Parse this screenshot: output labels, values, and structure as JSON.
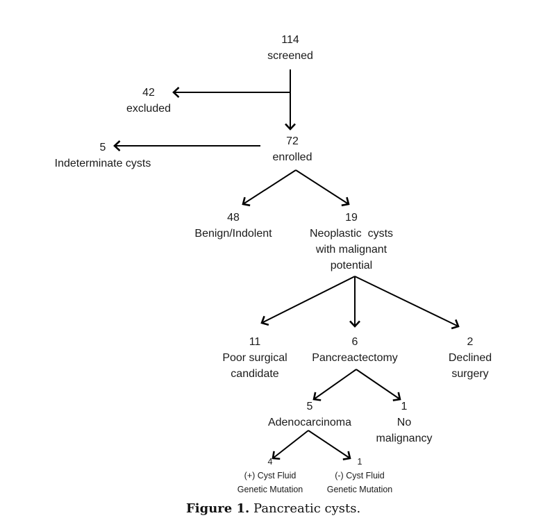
{
  "nodes": {
    "screened": {
      "count": "114",
      "label": [
        "screened"
      ]
    },
    "excluded": {
      "count": "42",
      "label": [
        "excluded"
      ]
    },
    "enrolled": {
      "count": "72",
      "label": [
        "enrolled"
      ]
    },
    "indeterminate": {
      "count": "5",
      "label": [
        "Indeterminate cysts"
      ]
    },
    "benign": {
      "count": "48",
      "label": [
        "Benign/Indolent"
      ]
    },
    "neoplastic": {
      "count": "19",
      "label": [
        "Neoplastic  cysts",
        "with malignant",
        "potential"
      ]
    },
    "poor_candidate": {
      "count": "11",
      "label": [
        "Poor surgical",
        "candidate"
      ]
    },
    "pancreatectomy": {
      "count": "6",
      "label": [
        "Pancreactectomy"
      ]
    },
    "declined": {
      "count": "2",
      "label": [
        "Declined",
        "surgery"
      ]
    },
    "adenocarcinoma": {
      "count": "5",
      "label": [
        "Adenocarcinoma"
      ]
    },
    "no_malignancy": {
      "count": "1",
      "label": [
        "No",
        "malignancy"
      ]
    },
    "positive_mutation": {
      "count": "4",
      "label": [
        "(+) Cyst Fluid",
        "Genetic Mutation"
      ]
    },
    "negative_mutation": {
      "count": "1",
      "label": [
        "(-) Cyst Fluid",
        "Genetic Mutation"
      ]
    }
  },
  "edges": [
    {
      "from": "screened",
      "to": "excluded"
    },
    {
      "from": "screened",
      "to": "enrolled"
    },
    {
      "from": "enrolled",
      "to": "indeterminate"
    },
    {
      "from": "enrolled",
      "to": "benign"
    },
    {
      "from": "enrolled",
      "to": "neoplastic"
    },
    {
      "from": "neoplastic",
      "to": "poor_candidate"
    },
    {
      "from": "neoplastic",
      "to": "pancreatectomy"
    },
    {
      "from": "neoplastic",
      "to": "declined"
    },
    {
      "from": "pancreatectomy",
      "to": "adenocarcinoma"
    },
    {
      "from": "pancreatectomy",
      "to": "no_malignancy"
    },
    {
      "from": "adenocarcinoma",
      "to": "positive_mutation"
    },
    {
      "from": "adenocarcinoma",
      "to": "negative_mutation"
    }
  ],
  "caption": {
    "label": "Figure 1.",
    "text": " Pancreatic cysts."
  }
}
